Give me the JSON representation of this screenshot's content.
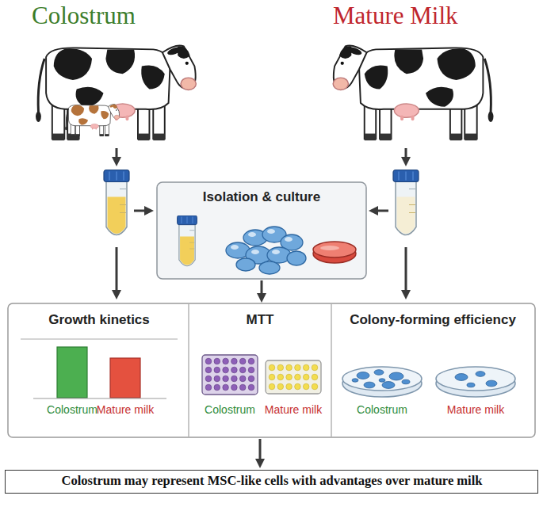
{
  "diagram": {
    "nodes": [
      {
        "text": [
          "Isolation & culture"
        ]
      },
      {
        "text": [
          "Growth kinetics",
          "Colostrum",
          "Mature milk"
        ]
      },
      {
        "text": [
          "MTT",
          "Colostrum",
          "Mature milk"
        ]
      },
      {
        "text": [
          "Colony-forming efficiency",
          "Colostrum",
          "Mature milk"
        ]
      },
      {
        "text": [
          "Colostrum may represent MSC-like cells with advantages over mature milk"
        ]
      }
    ],
    "edges": [
      {
        "from": 0,
        "to": 2,
        "arrow": "to"
      },
      {
        "from": 2,
        "to": 4,
        "arrow": "to"
      }
    ],
    "labels": [
      "Colostrum",
      "Mature Milk"
    ]
  }
}
